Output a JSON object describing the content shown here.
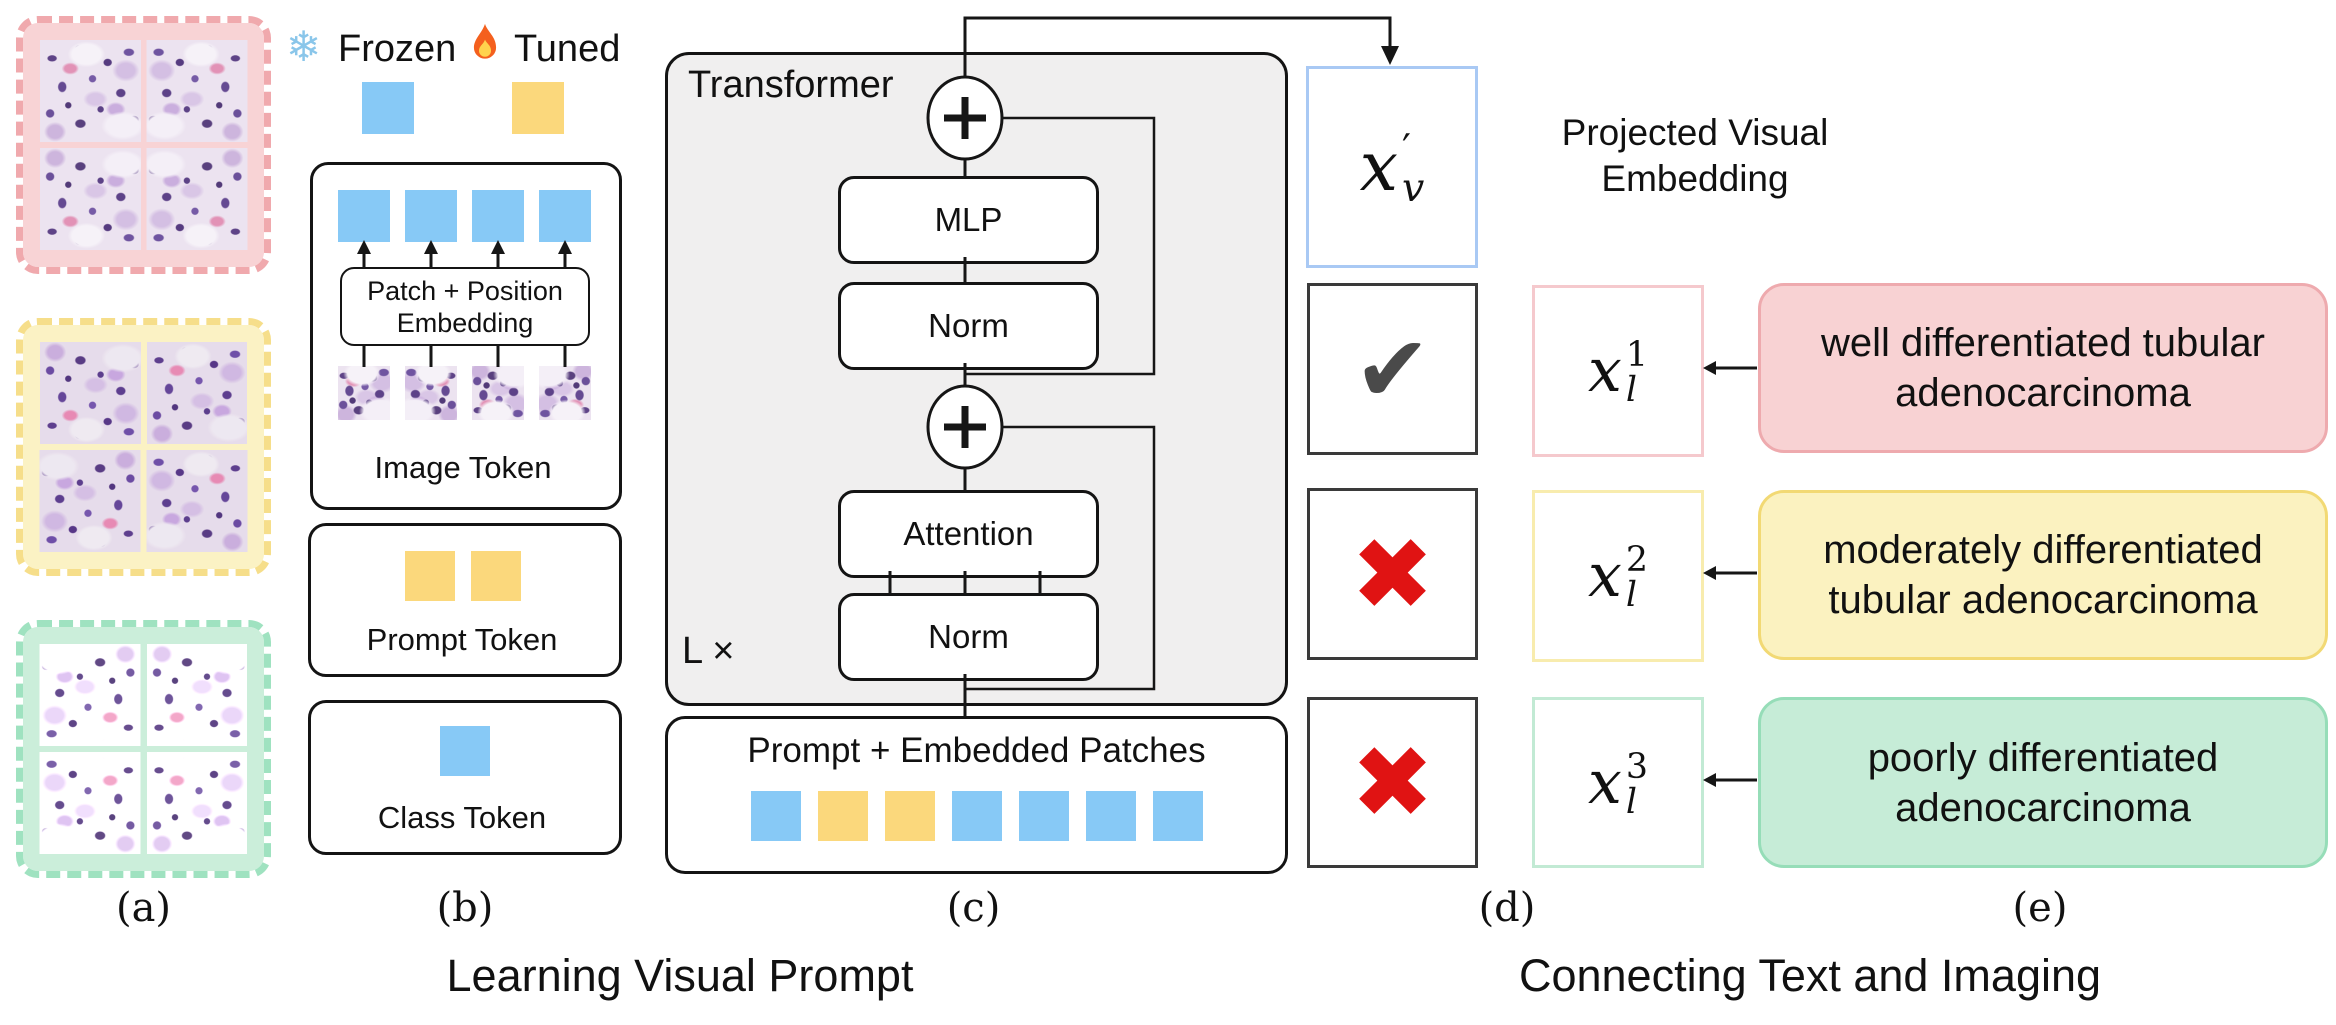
{
  "figure": {
    "captions": {
      "left": "Learning Visual Prompt",
      "right": "Connecting Text and Imaging"
    },
    "panel_labels": {
      "a": "(a)",
      "b": "(b)",
      "c": "(c)",
      "d": "(d)",
      "e": "(e)"
    }
  },
  "legend": {
    "snowflake_glyph": "❄",
    "frozen": "Frozen",
    "tuned": "Tuned"
  },
  "panel_b": {
    "image_token": {
      "title": "Image Token",
      "embedding_line1": "Patch + Position",
      "embedding_line2": "Embedding"
    },
    "prompt_token": {
      "title": "Prompt Token"
    },
    "class_token": {
      "title": "Class Token"
    }
  },
  "panel_c": {
    "title": "Transformer",
    "mlp": "MLP",
    "norm_upper": "Norm",
    "attention": "Attention",
    "norm_lower": "Norm",
    "repeat_label": "L ×",
    "bottom_box_title": "Prompt + Embedded Patches",
    "token_sequence": [
      "blue",
      "yellow",
      "yellow",
      "blue",
      "blue",
      "blue",
      "blue"
    ]
  },
  "panel_d": {
    "projected_line1": "Projected Visual",
    "projected_line2": "Embedding",
    "visual_symbol": {
      "base": "x",
      "sup": "′",
      "sub": "v"
    }
  },
  "rows": [
    {
      "result_glyph": "✔",
      "symbol": {
        "base": "x",
        "sup": "1",
        "sub": "l"
      },
      "line1": "well differentiated tubular",
      "line2": "adenocarcinoma"
    },
    {
      "result_glyph": "✖",
      "symbol": {
        "base": "x",
        "sup": "2",
        "sub": "l"
      },
      "line1": "moderately differentiated",
      "line2": "tubular adenocarcinoma"
    },
    {
      "result_glyph": "✖",
      "symbol": {
        "base": "x",
        "sup": "3",
        "sub": "l"
      },
      "line1": "poorly differentiated",
      "line2": "adenocarcinoma"
    }
  ],
  "colors": {
    "token_blue": "#87c9f6",
    "token_yellow": "#fbd87c",
    "tile_pink_bg": "#f8d3d5",
    "tile_pink_border": "#f0a9ad",
    "tile_yellow_bg": "#fbf2c4",
    "tile_yellow_border": "#f6de8a",
    "tile_green_bg": "#cbeeda",
    "tile_green_border": "#9fe2c0",
    "note_pink_bg": "#f8d2d3",
    "note_pink_border": "#eeaaae",
    "note_yellow_bg": "#fbf2c0",
    "note_yellow_border": "#f2d974",
    "note_green_bg": "#c6ecd7",
    "note_green_border": "#96ddb8",
    "xl1_border": "#f5c9cd",
    "xl2_border": "#f8ecae",
    "xl3_border": "#c2ead4",
    "xv_border": "#a9c9f4",
    "transformer_bg": "#f0efef",
    "check": "#4a4a4a",
    "cross": "#e01313"
  }
}
